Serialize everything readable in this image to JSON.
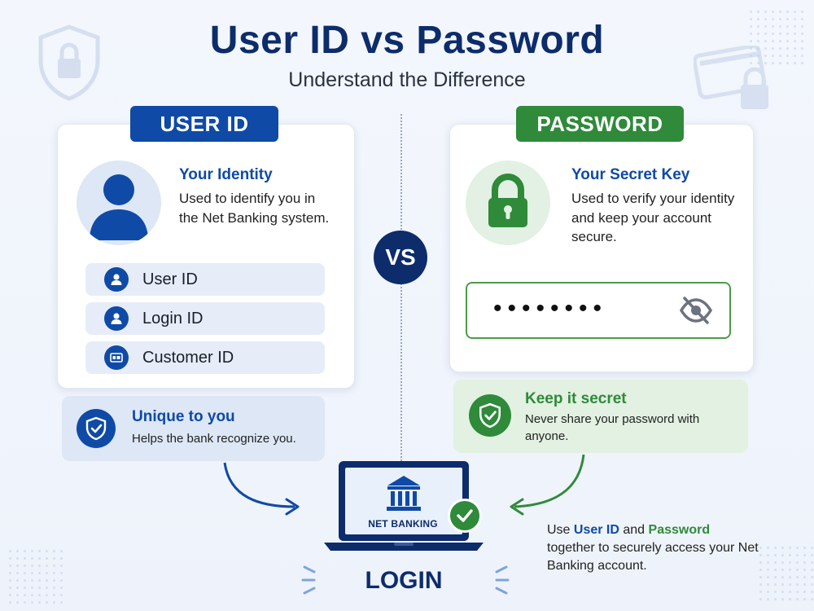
{
  "header": {
    "title": "User ID vs Password",
    "subtitle": "Understand the Difference"
  },
  "vs_label": "VS",
  "user_id_panel": {
    "badge": "USER ID",
    "heading": "Your Identity",
    "description": "Used to identify you in the Net Banking system.",
    "items": [
      {
        "label": "User ID",
        "icon": "user-icon"
      },
      {
        "label": "Login ID",
        "icon": "user-icon"
      },
      {
        "label": "Customer ID",
        "icon": "id-card-icon"
      }
    ],
    "info": {
      "title": "Unique to you",
      "description": "Helps the bank recognize you."
    },
    "accent_color": "#0f4aa6"
  },
  "password_panel": {
    "badge": "PASSWORD",
    "heading": "Your Secret Key",
    "description": "Used to verify your identity and keep your account secure.",
    "password_mask": "••••••••",
    "info": {
      "title": "Keep it secret",
      "description": "Never share your password with anyone."
    },
    "accent_color": "#2f8a3a"
  },
  "login": {
    "screen_label": "NET BANKING",
    "label": "LOGIN"
  },
  "usage_note": {
    "part1": "Use ",
    "user_id": "User ID",
    "part2": " and ",
    "password": "Password",
    "part3": " together to securely access your Net Banking account."
  }
}
